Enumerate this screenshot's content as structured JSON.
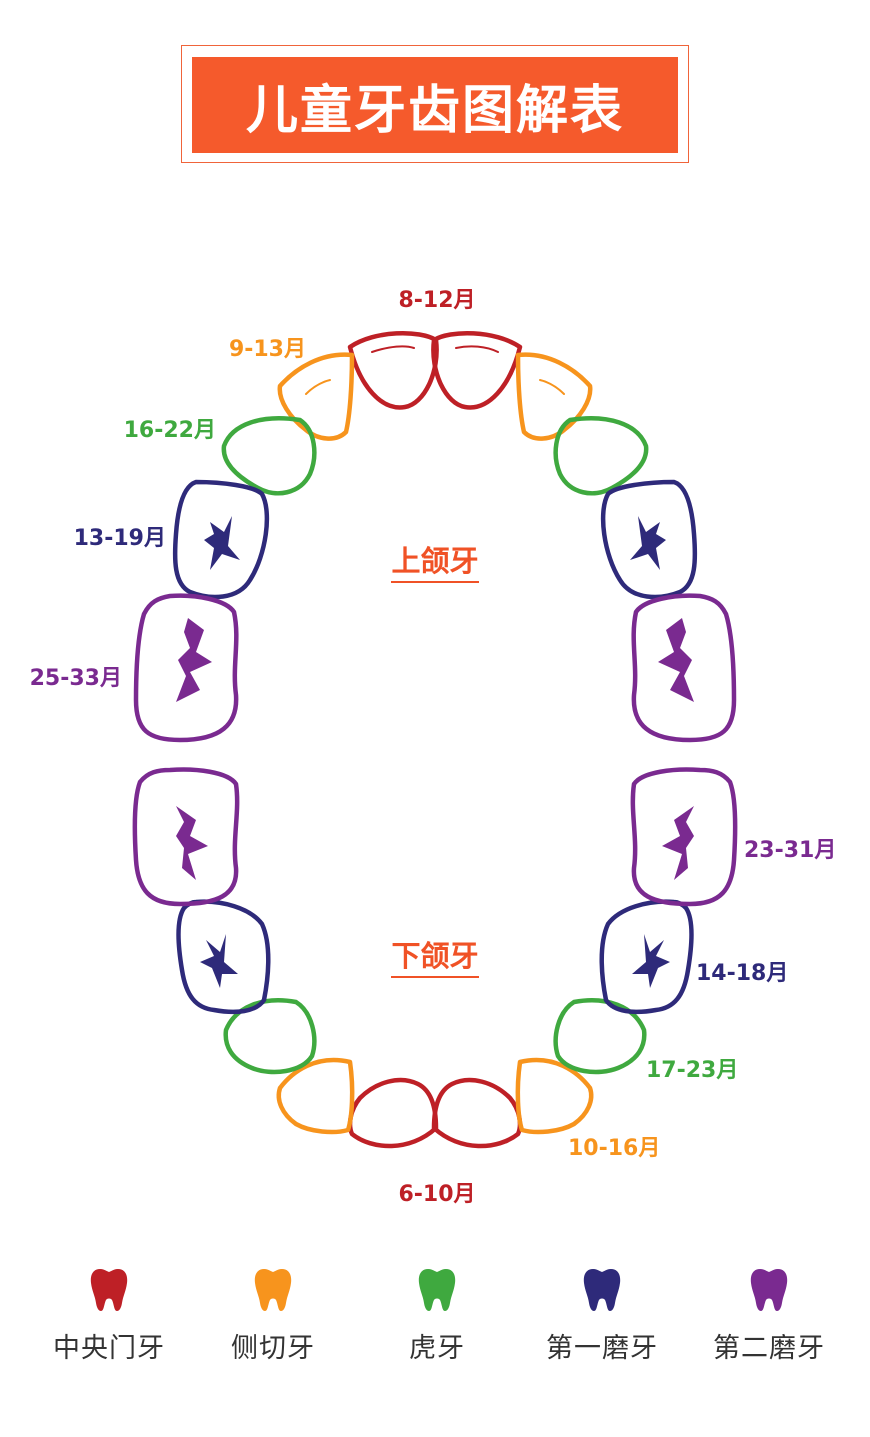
{
  "title": "儿童牙齿图解表",
  "jaw_labels": {
    "upper": "上颌牙",
    "lower": "下颌牙"
  },
  "colors": {
    "central_incisor": "#be2026",
    "lateral_incisor": "#f7941d",
    "canine": "#3fa93f",
    "first_molar": "#2e2a7a",
    "second_molar": "#7a2a90",
    "title_bg": "#f55a2c"
  },
  "upper_ages": {
    "central_incisor": "8-12月",
    "lateral_incisor": "9-13月",
    "canine": "16-22月",
    "first_molar": "13-19月",
    "second_molar": "25-33月"
  },
  "lower_ages": {
    "central_incisor": "6-10月",
    "lateral_incisor": "10-16月",
    "canine": "17-23月",
    "first_molar": "14-18月",
    "second_molar": "23-31月"
  },
  "legend": [
    {
      "label": "中央门牙",
      "color": "#be2026",
      "icon": "tooth-icon"
    },
    {
      "label": "侧切牙",
      "color": "#f7941d",
      "icon": "tooth-icon"
    },
    {
      "label": "虎牙",
      "color": "#3fa93f",
      "icon": "tooth-icon"
    },
    {
      "label": "第一磨牙",
      "color": "#2e2a7a",
      "icon": "tooth-icon"
    },
    {
      "label": "第二磨牙",
      "color": "#7a2a90",
      "icon": "tooth-icon"
    }
  ]
}
